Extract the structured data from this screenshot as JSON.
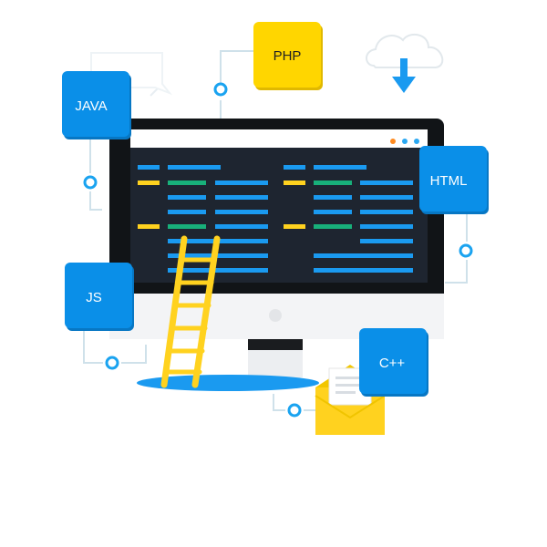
{
  "tiles": {
    "java": "JAVA",
    "php": "PHP",
    "html": "HTML",
    "js": "JS",
    "cpp": "C++"
  },
  "colors": {
    "tile_blue": "#0a8fe8",
    "tile_yellow": "#ffd600",
    "screen_dark": "#1e2530",
    "code_blue": "#1a9af0",
    "code_yellow": "#ffd21f",
    "code_green": "#18b07a",
    "connector": "#cfe1ea",
    "node_ring": "#1aa3f0",
    "window_dot_orange": "#ff8a1f",
    "window_dot_blue": "#2aa8f2"
  },
  "icons": {
    "cloud": "cloud-download-icon",
    "envelope": "envelope-icon",
    "ladder": "ladder-icon"
  }
}
